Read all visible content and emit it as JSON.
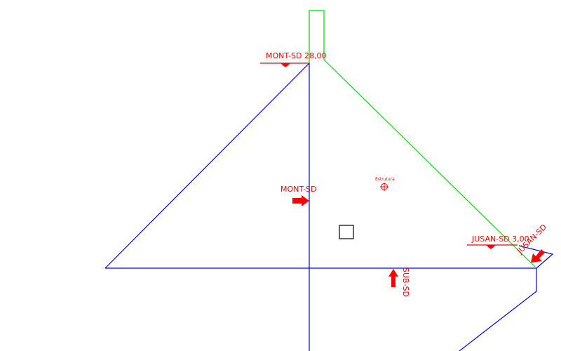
{
  "colors": {
    "background": "#ffffff",
    "structure": "#0000ff",
    "dam_outline": "#00dd00",
    "load": "#ff0000",
    "marker": "#000000"
  },
  "labels": {
    "upstream_level": "MONT-SD 28,00",
    "upstream_pressure": "MONT-SD",
    "downstream_level": "JUSAN-SD 3,00",
    "downstream_pressure": "JUSAN-SD",
    "uplift": "SUB-SD",
    "structure_point": "Estrutura"
  }
}
